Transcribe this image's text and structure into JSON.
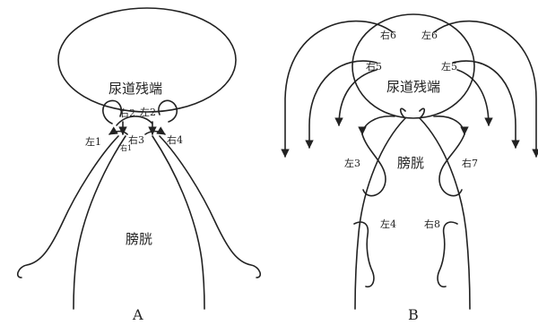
{
  "panelA": {
    "urethra_label": "尿道残端",
    "bladder_label": "膀胱",
    "stitch_labels": {
      "left1": "左1",
      "right1": "右1",
      "right2": "右2",
      "left2": "左2",
      "right3": "右3",
      "right4": "右4"
    },
    "caption": "A"
  },
  "panelB": {
    "urethra_label": "尿道残端",
    "bladder_label": "膀胱",
    "stitch_labels": {
      "right6": "右6",
      "left6": "左6",
      "right5": "右5",
      "left5": "左5",
      "left3": "左3",
      "right7": "右7",
      "left4": "左4",
      "right8": "右8"
    },
    "caption": "B"
  }
}
